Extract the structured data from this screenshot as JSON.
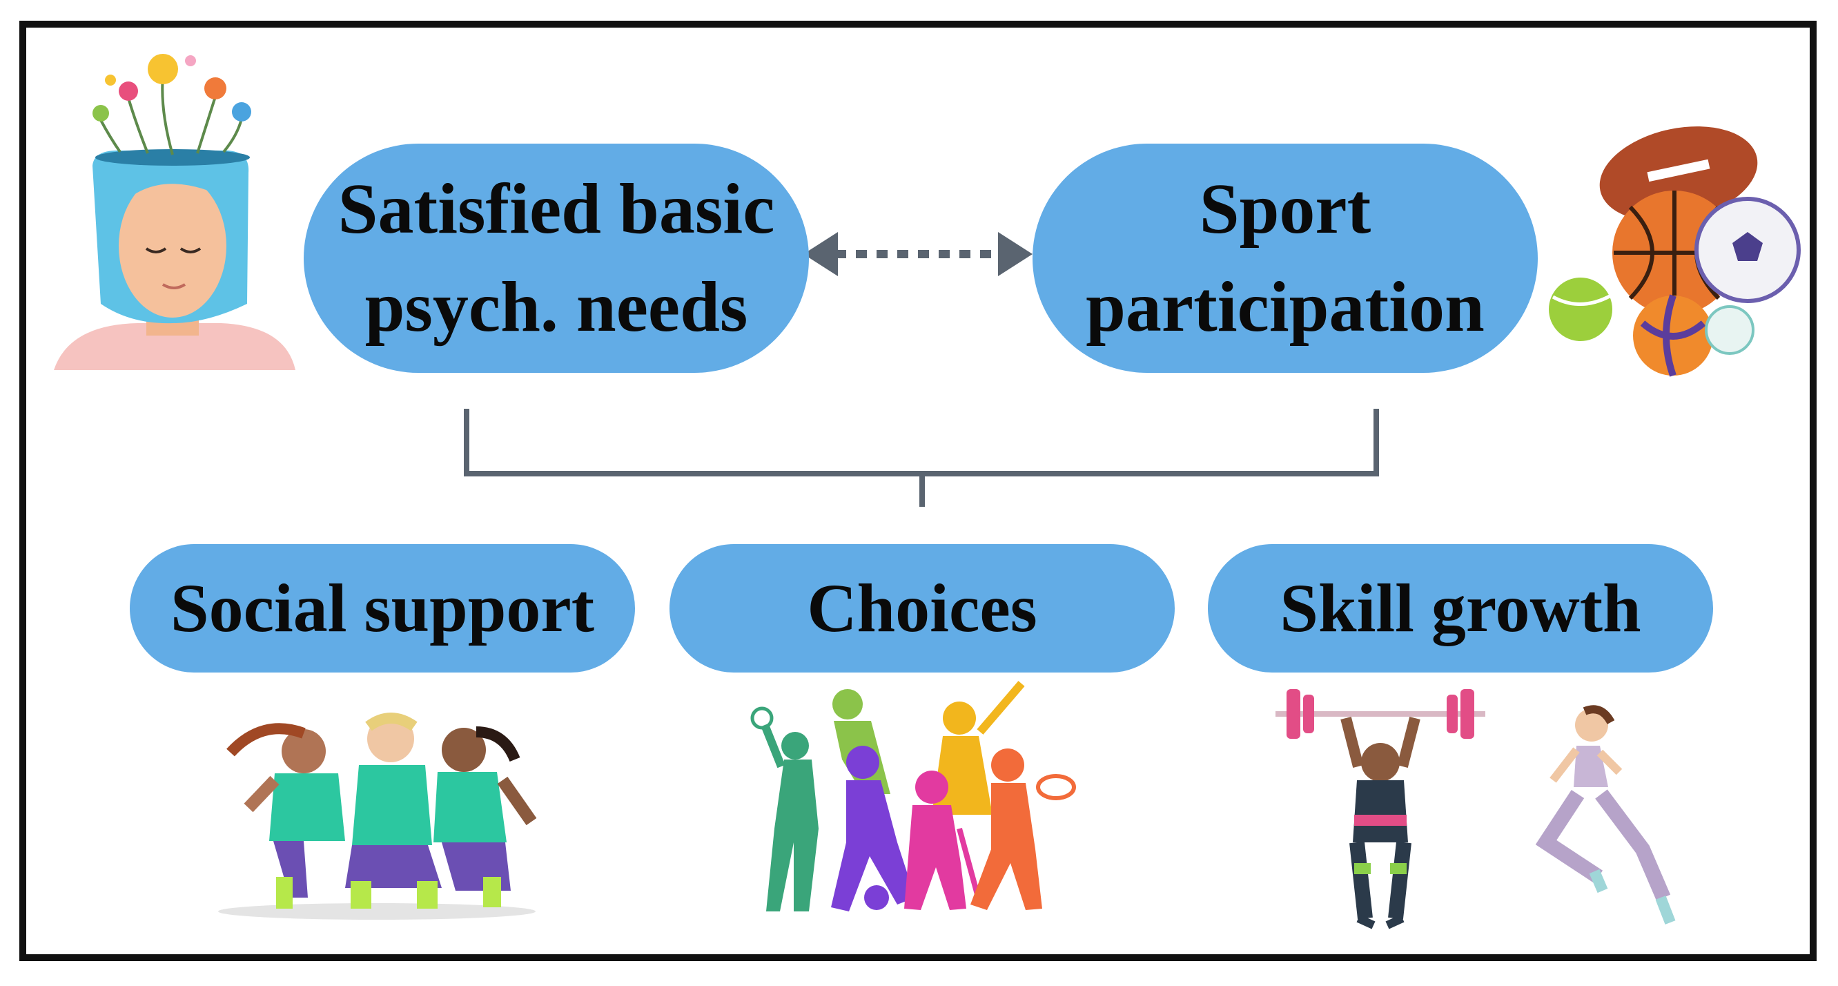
{
  "diagram": {
    "top_nodes": [
      {
        "id": "needs",
        "lines": [
          "Satisfied basic",
          "psych. needs"
        ]
      },
      {
        "id": "sport",
        "lines": [
          "Sport",
          "participation"
        ]
      }
    ],
    "bottom_nodes": [
      {
        "id": "social",
        "label": "Social support"
      },
      {
        "id": "choices",
        "label": "Choices"
      },
      {
        "id": "skill",
        "label": "Skill growth"
      }
    ],
    "connectors": [
      {
        "from": "needs",
        "to": "sport",
        "style": "dotted",
        "arrows": "both"
      },
      {
        "from": [
          "needs",
          "sport"
        ],
        "to": [
          "social",
          "choices",
          "skill"
        ],
        "style": "bracket"
      }
    ],
    "illustrations": [
      {
        "icon": "mind-flowers-woman-icon",
        "near": "needs"
      },
      {
        "icon": "sports-balls-icon",
        "near": "sport"
      },
      {
        "icon": "team-celebration-icon",
        "near": "social"
      },
      {
        "icon": "multi-sport-silhouettes-icon",
        "near": "choices"
      },
      {
        "icon": "weightlifter-icon",
        "near": "skill"
      },
      {
        "icon": "runner-icon",
        "near": "skill"
      }
    ]
  },
  "colors": {
    "node_fill": "#62ace6",
    "connector": "#5a6470",
    "frame": "#111111",
    "text": "#0a0a0a"
  }
}
